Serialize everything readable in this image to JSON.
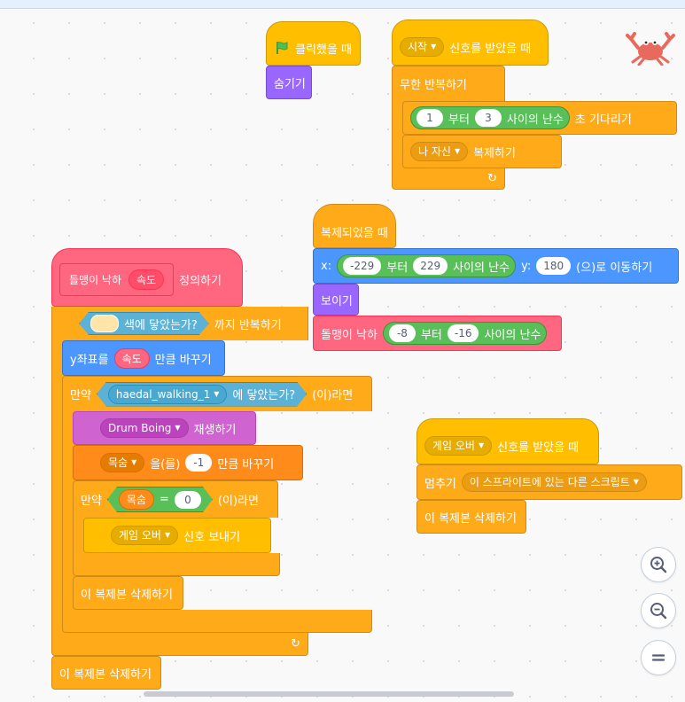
{
  "scripts": {
    "flag": {
      "label": "클릭했을 때",
      "hide": "숨기기"
    },
    "start_recv": {
      "msg": "시작",
      "label": "신호를 받았을 때",
      "forever": "무한 반복하기",
      "wait_from": "1",
      "wait_mid": "부터",
      "wait_to": "3",
      "wait_rand": "사이의 난수",
      "wait_label": "초 기다리기",
      "clone_target": "나 자신",
      "clone_label": "복제하기"
    },
    "clone_start": {
      "hat": "복제되었을 때",
      "x_label": "x:",
      "x_from": "-229",
      "x_mid": "부터",
      "x_to": "229",
      "x_rand": "사이의 난수",
      "y_label": "y:",
      "y_val": "180",
      "goto_label": "(으)로 이동하기",
      "show": "보이기",
      "fall_label": "돌맹이 낙하",
      "fall_from": "-8",
      "fall_mid": "부터",
      "fall_to": "-16",
      "fall_rand": "사이의 난수"
    },
    "define": {
      "name": "돌맹이 낙하",
      "param": "속도",
      "label": "정의하기",
      "until_color_label": "색에 닿았는가?",
      "until_label": "까지 반복하기",
      "change_y": "y좌표를",
      "change_y_param": "속도",
      "change_y_label": "만큼 바꾸기",
      "if1": "만약",
      "touch_target": "haedal_walking_1",
      "touch_label": "에 닿았는가?",
      "if1_then": "(이)라면",
      "sound": "Drum Boing",
      "sound_label": "재생하기",
      "var_name": "목숨",
      "var_change_label": "을(를)",
      "var_delta": "-1",
      "var_change_tail": "만큼 바꾸기",
      "if2": "만약",
      "eq_left": "목숨",
      "eq_op": "=",
      "eq_right": "0",
      "if2_then": "(이)라면",
      "broadcast_msg": "게임 오버",
      "broadcast_label": "신호 보내기",
      "delete_inner": "이 복제본 삭제하기",
      "delete_outer": "이 복제본 삭제하기"
    },
    "gameover": {
      "msg": "게임 오버",
      "label": "신호를 받았을 때",
      "stop": "멈추기",
      "stop_option": "이 스프라이트에 있는 다른 스크립트",
      "delete": "이 복제본 삭제하기"
    }
  },
  "icons": {
    "flag": "green-flag-icon",
    "loop": "loop-arrow-icon",
    "sprite": "crab-sprite-icon",
    "zoom_in": "zoom-in-icon",
    "zoom_out": "zoom-out-icon",
    "reset": "zoom-reset-icon"
  },
  "colors": {
    "events": "#ffbf00",
    "control": "#ffab19",
    "motion": "#4c97ff",
    "looks": "#9966ff",
    "sound": "#cf63cf",
    "variables": "#ff8c1a",
    "myblocks": "#ff6680",
    "operators": "#59c059",
    "sensing": "#5cb1d6"
  }
}
